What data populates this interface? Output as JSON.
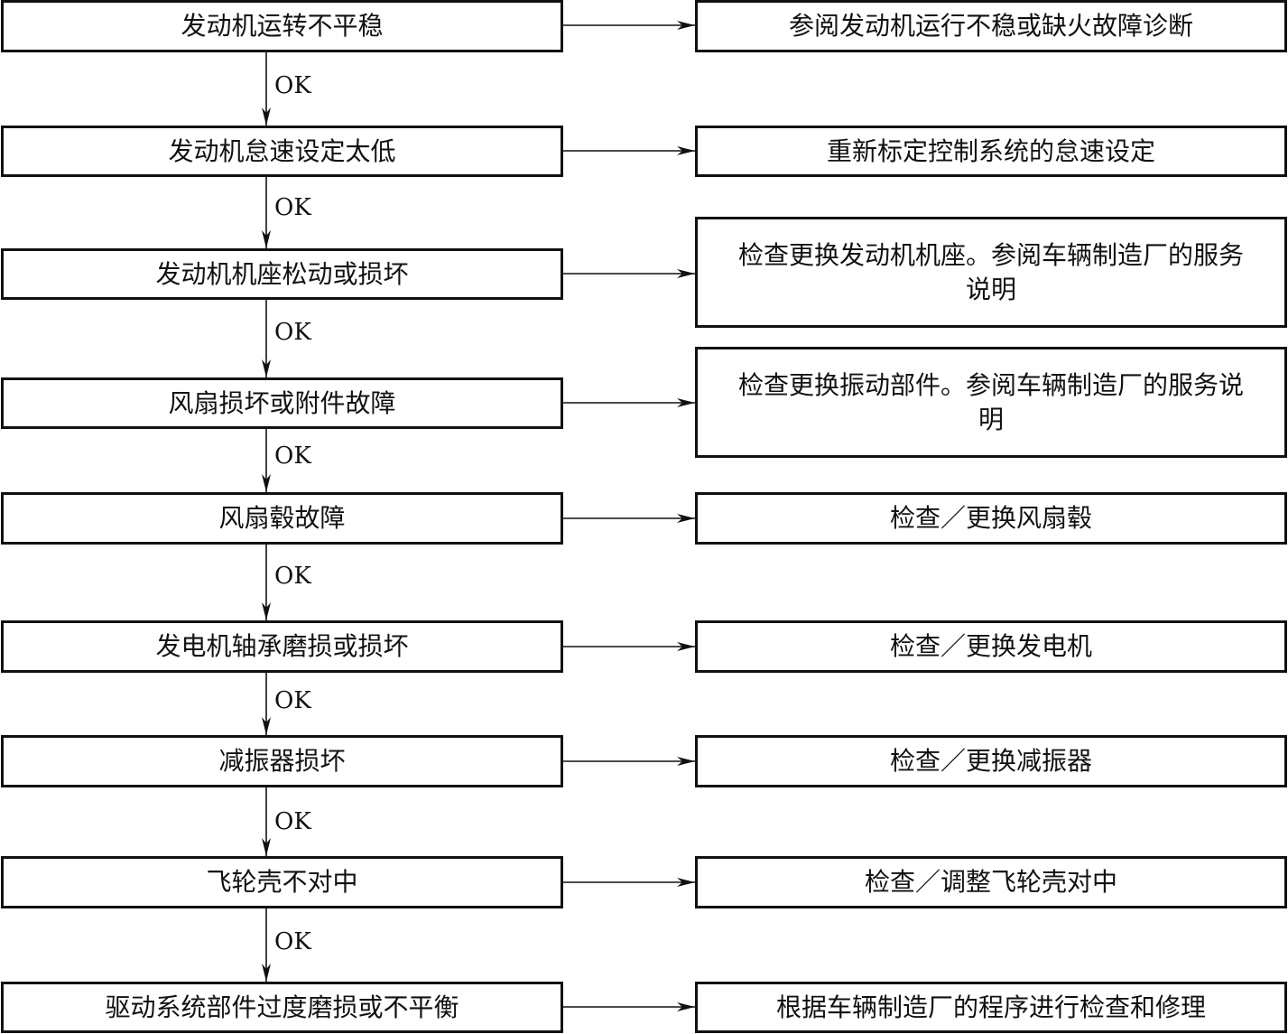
{
  "diagram": {
    "ok_label": "OK",
    "steps": [
      {
        "check": "发动机运转不平稳",
        "action": "参阅发动机运行不稳或缺火故障诊断"
      },
      {
        "check": "发动机怠速设定太低",
        "action": "重新标定控制系统的怠速设定"
      },
      {
        "check": "发动机机座松动或损坏",
        "action": "检查更换发动机机座。参阅车辆制造厂的服务说明"
      },
      {
        "check": "风扇损坏或附件故障",
        "action": "检查更换振动部件。参阅车辆制造厂的服务说明"
      },
      {
        "check": "风扇毂故障",
        "action": "检查／更换风扇毂"
      },
      {
        "check": "发电机轴承磨损或损坏",
        "action": "检查／更换发电机"
      },
      {
        "check": "减振器损坏",
        "action": "检查／更换减振器"
      },
      {
        "check": "飞轮壳不对中",
        "action": "检查／调整飞轮壳对中"
      },
      {
        "check": "驱动系统部件过度磨损或不平衡",
        "action": "根据车辆制造厂的程序进行检查和修理"
      }
    ]
  }
}
